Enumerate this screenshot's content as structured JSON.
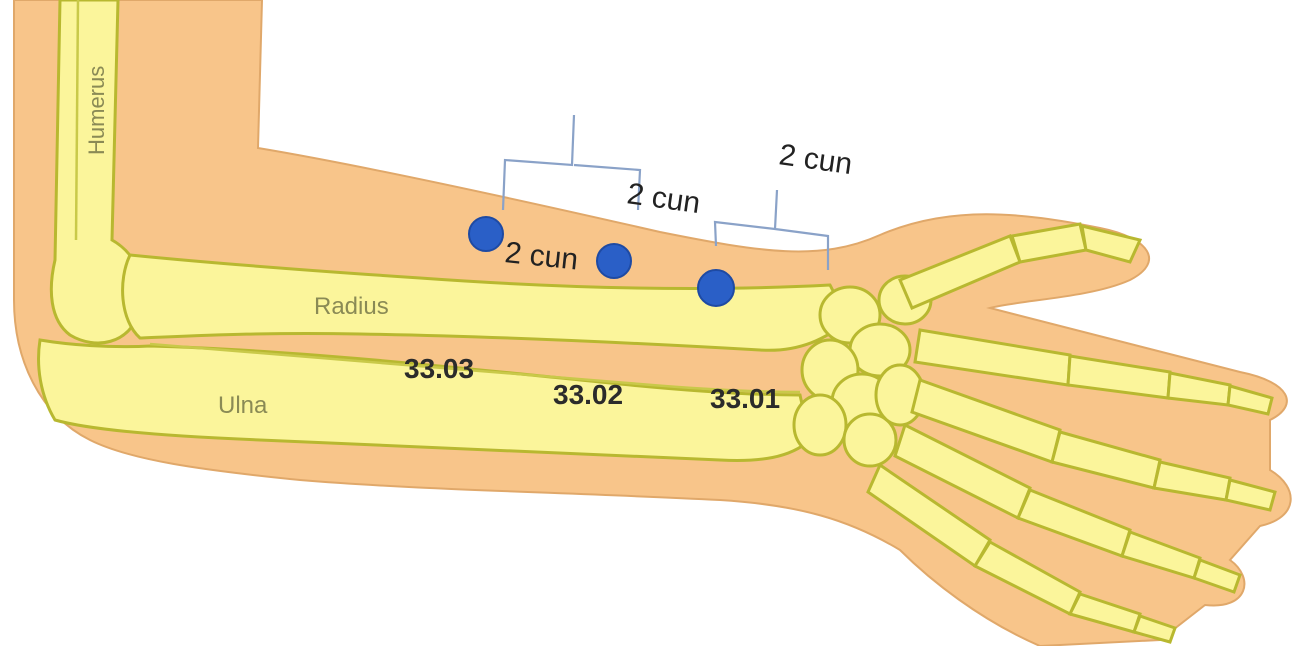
{
  "colors": {
    "skin": "#f8c58a",
    "bone": "#fbf59b",
    "bone_outline": "#b8b830",
    "acupoint": "#2a5fc7",
    "bracket": "#8aa2c8"
  },
  "bones": {
    "humerus": "Humerus",
    "radius": "Radius",
    "ulna": "Ulna"
  },
  "points": [
    {
      "label": "33.03"
    },
    {
      "label": "33.02"
    },
    {
      "label": "33.01"
    }
  ],
  "measurements": [
    {
      "label": "2 cun"
    },
    {
      "label": "2 cun"
    },
    {
      "label": "2 cun"
    }
  ]
}
